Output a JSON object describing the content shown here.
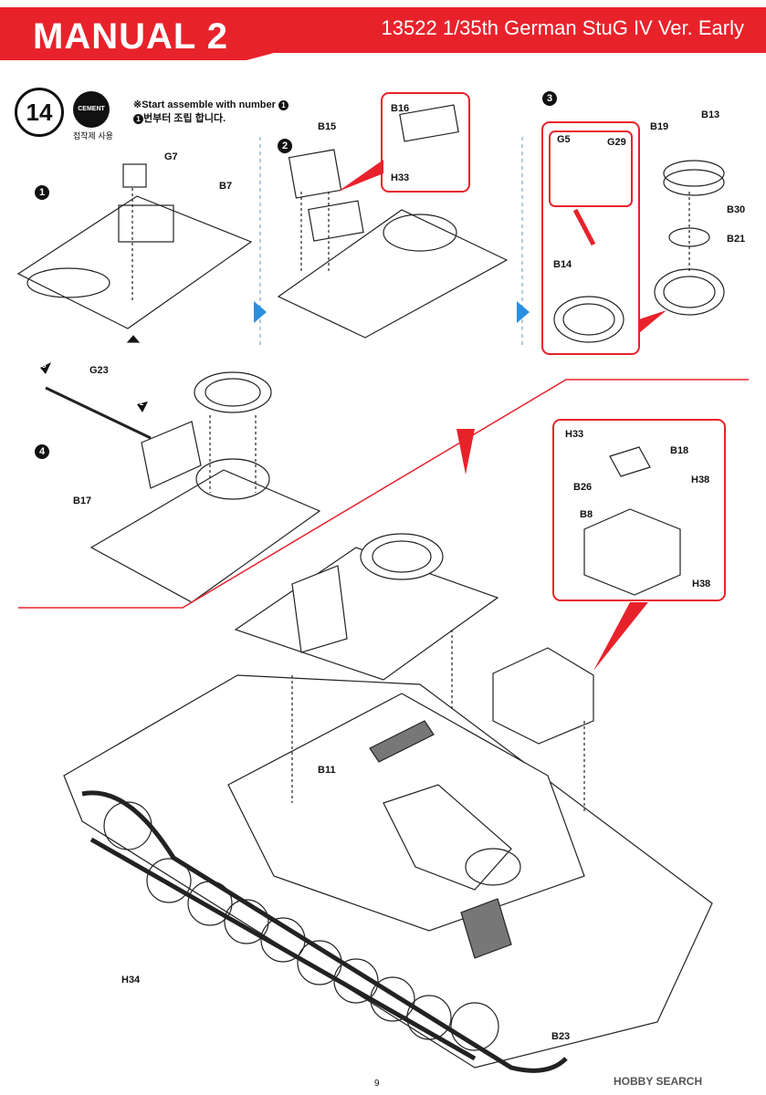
{
  "header": {
    "title": "MANUAL 2",
    "subtitle": "13522 1/35th German StuG IV Ver. Early"
  },
  "step": {
    "number": "14",
    "cement_label": "CEMENT",
    "cement_sub": "접착제 사용",
    "note_en_prefix": "※Start assemble with number",
    "note_en_num": "1",
    "note_ko_num": "1",
    "note_ko_text": "번부터 조립 합니다."
  },
  "substeps": [
    "1",
    "2",
    "3",
    "4"
  ],
  "parts": {
    "g7": "G7",
    "b7": "B7",
    "b15": "B15",
    "b16": "B16",
    "h33_top": "H33",
    "g5": "G5",
    "g29": "G29",
    "b19": "B19",
    "b13": "B13",
    "b30": "B30",
    "b21": "B21",
    "b14": "B14",
    "g23": "G23",
    "b17": "B17",
    "h33_box": "H33",
    "b18": "B18",
    "b26": "B26",
    "h38_a": "H38",
    "b8": "B8",
    "h38_b": "H38",
    "b11": "B11",
    "h34": "H34",
    "b23": "B23"
  },
  "arrow_refs": [
    "3",
    "2"
  ],
  "colors": {
    "accent": "#e8222b",
    "blue_arrow": "#2b8fe0"
  },
  "footer": {
    "page": "9",
    "watermark": "HOBBY SEARCH"
  }
}
